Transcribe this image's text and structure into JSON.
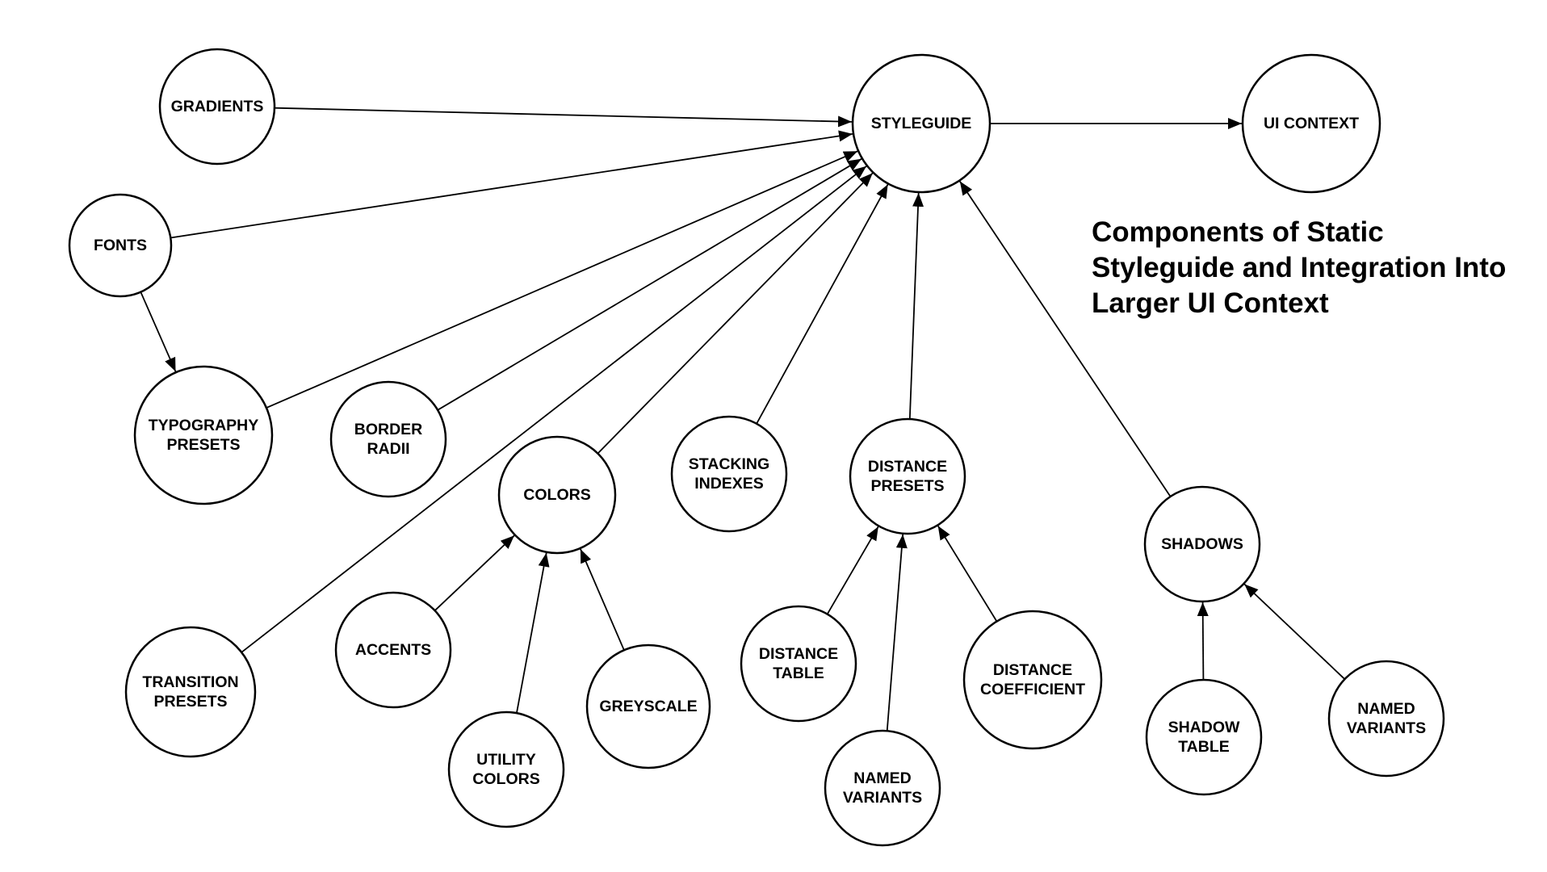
{
  "title": {
    "lines": [
      "Components of Static",
      "Styleguide and Integration Into",
      "Larger UI Context"
    ]
  },
  "colors": {
    "stroke": "#000000",
    "fill": "#ffffff",
    "text": "#000000"
  },
  "nodes": [
    {
      "id": "gradients",
      "lines": [
        "GRADIENTS"
      ]
    },
    {
      "id": "fonts",
      "lines": [
        "FONTS"
      ]
    },
    {
      "id": "typography-presets",
      "lines": [
        "TYPOGRAPHY",
        "PRESETS"
      ]
    },
    {
      "id": "border-radii",
      "lines": [
        "BORDER",
        "RADII"
      ]
    },
    {
      "id": "colors",
      "lines": [
        "COLORS"
      ]
    },
    {
      "id": "transition-presets",
      "lines": [
        "TRANSITION",
        "PRESETS"
      ]
    },
    {
      "id": "accents",
      "lines": [
        "ACCENTS"
      ]
    },
    {
      "id": "utility-colors",
      "lines": [
        "UTILITY",
        "COLORS"
      ]
    },
    {
      "id": "greyscale",
      "lines": [
        "GREYSCALE"
      ]
    },
    {
      "id": "stacking-indexes",
      "lines": [
        "STACKING",
        "INDEXES"
      ]
    },
    {
      "id": "styleguide",
      "lines": [
        "STYLEGUIDE"
      ]
    },
    {
      "id": "ui-context",
      "lines": [
        "UI CONTEXT"
      ]
    },
    {
      "id": "distance-presets",
      "lines": [
        "DISTANCE",
        "PRESETS"
      ]
    },
    {
      "id": "distance-table",
      "lines": [
        "DISTANCE",
        "TABLE"
      ]
    },
    {
      "id": "named-variants-distance",
      "lines": [
        "NAMED",
        "VARIANTS"
      ]
    },
    {
      "id": "distance-coefficient",
      "lines": [
        "DISTANCE",
        "COEFFICIENT"
      ]
    },
    {
      "id": "shadows",
      "lines": [
        "SHADOWS"
      ]
    },
    {
      "id": "shadow-table",
      "lines": [
        "SHADOW",
        "TABLE"
      ]
    },
    {
      "id": "named-variants-shadow",
      "lines": [
        "NAMED",
        "VARIANTS"
      ]
    }
  ],
  "edges": [
    {
      "from": "gradients",
      "to": "styleguide"
    },
    {
      "from": "fonts",
      "to": "styleguide"
    },
    {
      "from": "fonts",
      "to": "typography-presets"
    },
    {
      "from": "typography-presets",
      "to": "styleguide"
    },
    {
      "from": "border-radii",
      "to": "styleguide"
    },
    {
      "from": "colors",
      "to": "styleguide"
    },
    {
      "from": "transition-presets",
      "to": "styleguide"
    },
    {
      "from": "stacking-indexes",
      "to": "styleguide"
    },
    {
      "from": "distance-presets",
      "to": "styleguide"
    },
    {
      "from": "shadows",
      "to": "styleguide"
    },
    {
      "from": "styleguide",
      "to": "ui-context"
    },
    {
      "from": "accents",
      "to": "colors"
    },
    {
      "from": "utility-colors",
      "to": "colors"
    },
    {
      "from": "greyscale",
      "to": "colors"
    },
    {
      "from": "distance-table",
      "to": "distance-presets"
    },
    {
      "from": "named-variants-distance",
      "to": "distance-presets"
    },
    {
      "from": "distance-coefficient",
      "to": "distance-presets"
    },
    {
      "from": "shadow-table",
      "to": "shadows"
    },
    {
      "from": "named-variants-shadow",
      "to": "shadows"
    }
  ]
}
